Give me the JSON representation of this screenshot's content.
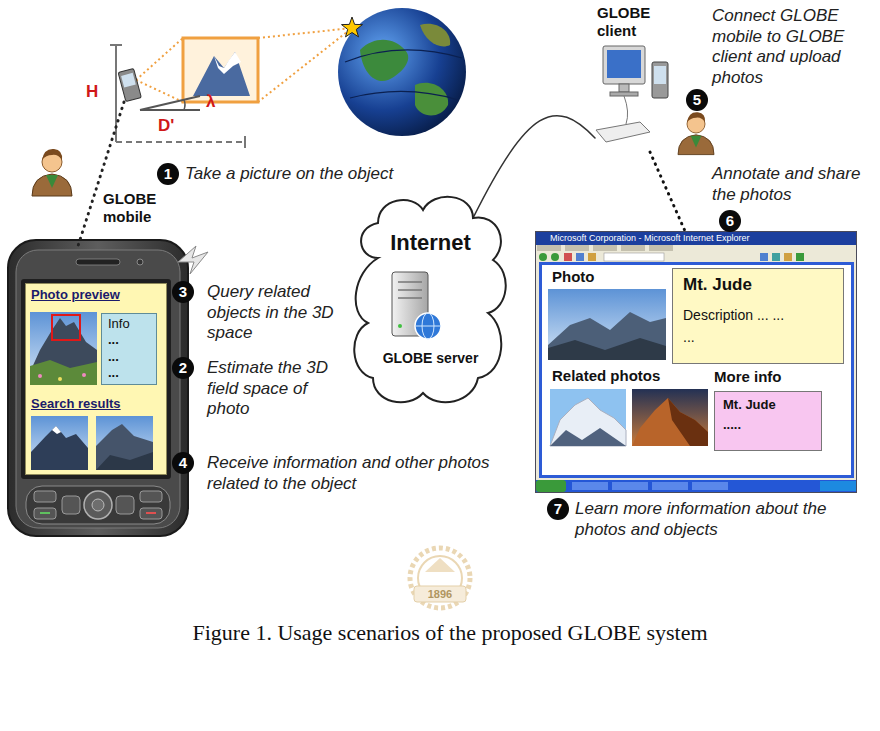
{
  "diagram": {
    "caption": "Figure 1. Usage scenarios of the proposed GLOBE system",
    "nodes": [
      {
        "text": [
          "Photo preview",
          "Search results"
        ]
      },
      {
        "text": [
          "Info",
          "... ... ..."
        ],
        "in": 0
      },
      {
        "text": [
          "Internet"
        ]
      },
      {
        "text": [
          "GLOBE server"
        ],
        "in": 2
      },
      {
        "text": [
          "GLOBE client"
        ]
      },
      {
        "text": [
          "Microsoft Corporation - Microsoft Internet Explorer"
        ]
      },
      {
        "text": [
          "Photo",
          "Related photos"
        ],
        "in": 5
      },
      {
        "text": [
          "Mt. Jude",
          "Description ... ... ..."
        ],
        "in": 6
      },
      {
        "text": [
          "More info",
          "Mt. Jude",
          "....."
        ],
        "in": 6
      }
    ],
    "edges": [
      {
        "from": 2,
        "to": 4,
        "arrow": "none"
      },
      {
        "from": 4,
        "to": 5,
        "arrow": "none"
      }
    ],
    "labels": [
      "H",
      "λ",
      "D'",
      "1",
      "Take a picture on the object",
      "GLOBE mobile",
      "3",
      "Query related objects in the 3D space",
      "2",
      "Estimate the 3D field space of photo",
      "4",
      "Receive information and other photos related to the object",
      "5",
      "Connect GLOBE mobile to GLOBE client and upload photos",
      "Annotate and share the photos",
      "6",
      "7",
      "Learn more information about the photos and objects",
      "1896"
    ]
  }
}
